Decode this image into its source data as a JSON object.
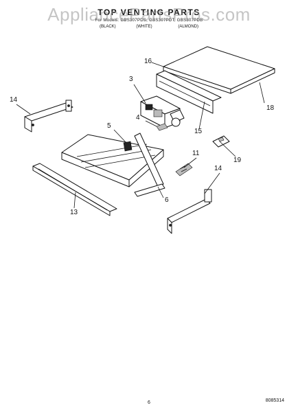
{
  "header": {
    "title": "TOP VENTING PARTS",
    "models": "For Models: GBS307PDS, GBS307PDT, GBS307PDB",
    "colors": [
      "(BLACK)",
      "(WHITE)",
      "(ALMOND)"
    ]
  },
  "watermark": "AppliancePartsPros.com",
  "callouts": {
    "c3": "3",
    "c4": "4",
    "c5": "5",
    "c6": "6",
    "c11": "11",
    "c13": "13",
    "c14a": "14",
    "c14b": "14",
    "c15": "15",
    "c16": "16",
    "c18": "18",
    "c19": "19"
  },
  "footer": {
    "page_number": "6",
    "doc_code": "8085314"
  }
}
